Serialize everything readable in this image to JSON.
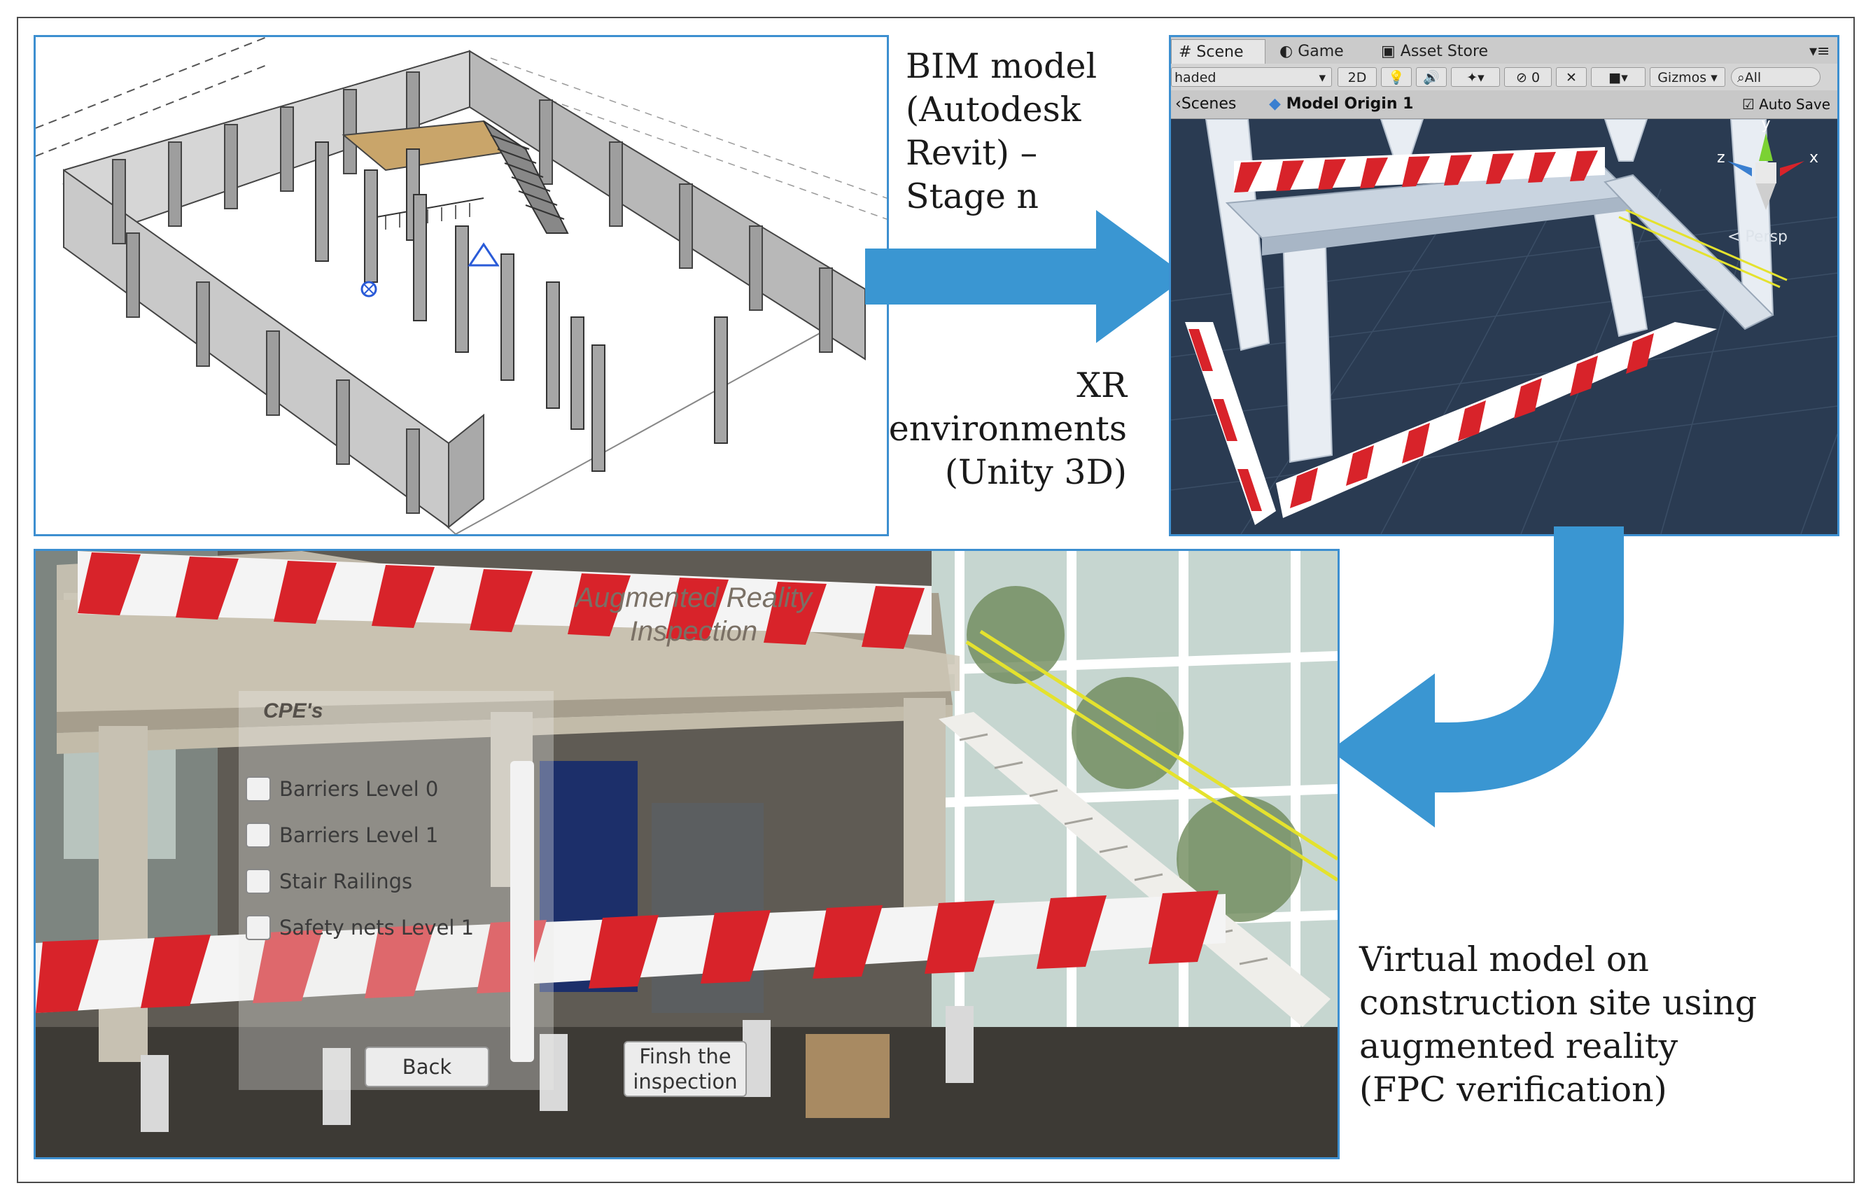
{
  "captions": {
    "bim": "BIM model\n(Autodesk\nRevit) –\nStage n",
    "xr": "XR\nenvironments\n(Unity 3D)",
    "ar": "Virtual model on\nconstruction site using\naugmented  reality\n(FPC verification)"
  },
  "unity": {
    "tabs": [
      "# Scene",
      "Game",
      "Asset Store"
    ],
    "toolbar": {
      "shading": "haded",
      "mode_2d": "2D",
      "hidden_count": "0",
      "gizmos": "Gizmos",
      "search_placeholder": "All"
    },
    "breadcrumb": {
      "scenes": "Scenes",
      "object": "Model Origin 1",
      "auto_save": "Auto Save"
    },
    "gizmo": {
      "y": "y",
      "x": "x",
      "z": "z",
      "persp": "< Persp"
    }
  },
  "ar": {
    "overlay_title": "Augmented Reality\nInspection",
    "list_title": "CPE's",
    "checklist": [
      "Barriers Level 0",
      "Barriers Level 1",
      "Stair Railings",
      "Safety nets Level 1"
    ],
    "back_button": "Back",
    "finish_button": "Finsh the\ninspection"
  },
  "colors": {
    "panel_border": "#3d8fd0",
    "arrow": "#3a96d2",
    "barrier_red": "#d8232a",
    "rail_yellow": "#e4e22e",
    "unity_bg": "#2a3b52"
  }
}
